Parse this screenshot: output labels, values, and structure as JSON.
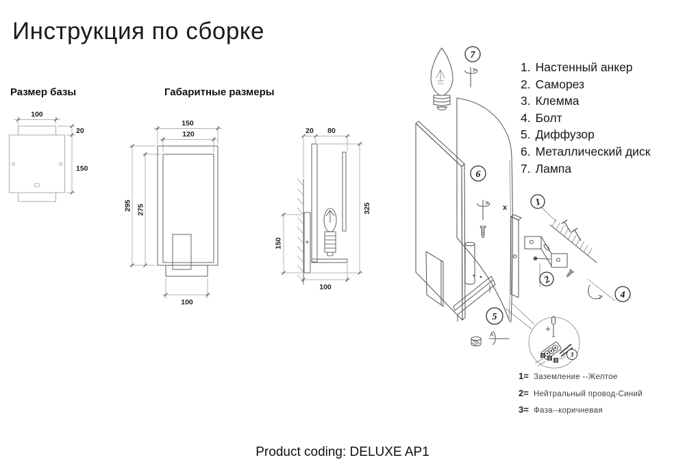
{
  "title": "Инструкция по сборке",
  "base_section": {
    "label": "Размер базы",
    "dims": {
      "width": "100",
      "tab_height": "20",
      "height": "150"
    }
  },
  "overall_section": {
    "label": "Габаритные размеры",
    "front": {
      "width": "150",
      "inner_width": "120",
      "height": "295",
      "inner_height": "275",
      "base_width": "100"
    },
    "side": {
      "wall_gap": "20",
      "depth": "80",
      "height": "325",
      "bracket_height": "150",
      "base_depth": "100"
    }
  },
  "parts_list": {
    "items": [
      {
        "num": "1.",
        "name": "Настенный анкер"
      },
      {
        "num": "2.",
        "name": "Саморез"
      },
      {
        "num": "3.",
        "name": "Клемма"
      },
      {
        "num": "4.",
        "name": "Болт"
      },
      {
        "num": "5.",
        "name": "Диффузор"
      },
      {
        "num": "6.",
        "name": "Металлический диск"
      },
      {
        "num": "7.",
        "name": "Лампа"
      }
    ]
  },
  "exploded": {
    "callout_7": "7",
    "callout_6": "6",
    "callout_5": "5",
    "callout_1": "1",
    "callout_2": "2",
    "callout_4": "4",
    "callout_3": "3",
    "x_mark": "x",
    "wire_tag_1": "1",
    "wire_tag_2": "2",
    "wire_tag_3": "3"
  },
  "wiring_legend": {
    "items": [
      {
        "num": "1=",
        "text": "Заземление --Желтое"
      },
      {
        "num": "2=",
        "text": "Нейтральный провод-Синий"
      },
      {
        "num": "3=",
        "text": "Фаза--коричневая"
      }
    ]
  },
  "footer": {
    "product_coding": "Product coding: DELUXE AP1"
  }
}
